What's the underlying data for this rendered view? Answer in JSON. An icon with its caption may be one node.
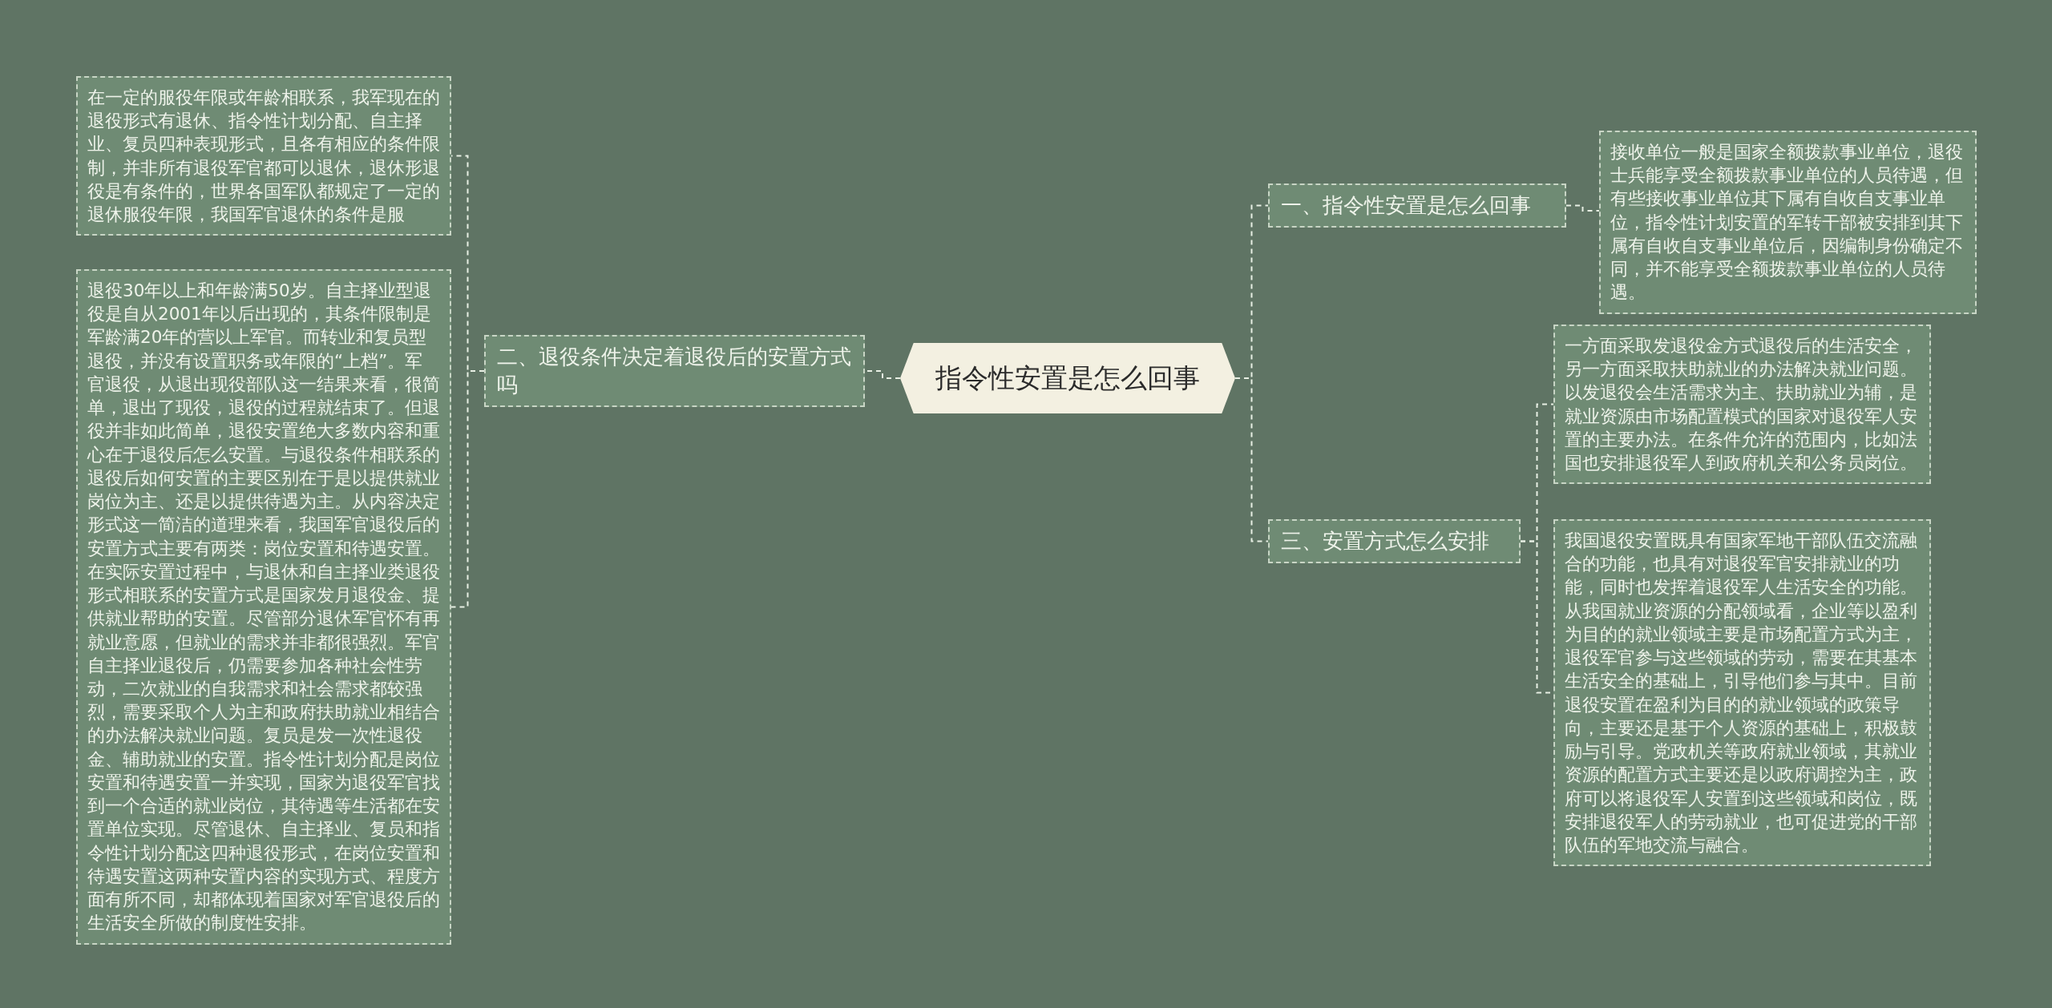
{
  "diagram": {
    "nodes": [
      {
        "text": [
          "指令性安置是怎么回事"
        ]
      },
      {
        "text": [
          "一、指令性安置是怎么回事"
        ]
      },
      {
        "text": [
          "接收单位一般是国家全额拨款事业单位，退役士兵能享受全额拨款事业单位的人员待遇，但有些接收事业单位其下属有自收自支事业单位，指令性计划安置的军转干部被安排到其下属有自收自支事业单位后，因编制身份确定不同，并不能享受全额拨款事业单位的人员待遇。"
        ]
      },
      {
        "text": [
          "二、退役条件决定着退役后的安置方式吗"
        ]
      },
      {
        "text": [
          "在一定的服役年限或年龄相联系，我军现在的退役形式有退休、指令性计划分配、自主择业、复员四种表现形式，且各有相应的条件限制，并非所有退役军官都可以退休，退休形退役是有条件的，世界各国军队都规定了一定的退休服役年限，我国军官退休的条件是服"
        ]
      },
      {
        "text": [
          "退役30年以上和年龄满50岁。自主择业型退役是自从2001年以后出现的，其条件限制是军龄满20年的营以上军官。而转业和复员型退役，并没有设置职务或年限的“上档”。军官退役，从退出现役部队这一结果来看，很简单，退出了现役，退役的过程就结束了。但退役并非如此简单，退役安置绝大多数内容和重心在于退役后怎么安置。与退役条件相联系的退役后如何安置的主要区别在于是以提供就业岗位为主、还是以提供待遇为主。从内容决定形式这一简洁的道理来看，我国军官退役后的安置方式主要有两类：岗位安置和待遇安置。在实际安置过程中，与退休和自主择业类退役形式相联系的安置方式是国家发月退役金、提供就业帮助的安置。尽管部分退休军官怀有再就业意愿，但就业的需求并非都很强烈。军官自主择业退役后，仍需要参加各种社会性劳动，二次就业的自我需求和社会需求都较强烈，需要采取个人为主和政府扶助就业相结合的办法解决就业问题。复员是发一次性退役金、辅助就业的安置。指令性计划分配是岗位安置和待遇安置一并实现，国家为退役军官找到一个合适的就业岗位，其待遇等生活都在安置单位实现。尽管退休、自主择业、复员和指令性计划分配这四种退役形式，在岗位安置和待遇安置这两种安置内容的实现方式、程度方面有所不同，却都体现着国家对军官退役后的生活安全所做的制度性安排。"
        ]
      },
      {
        "text": [
          "三、安置方式怎么安排"
        ]
      },
      {
        "text": [
          "一方面采取发退役金方式退役后的生活安全，另一方面采取扶助就业的办法解决就业问题。以发退役会生活需求为主、扶助就业为辅，是就业资源由市场配置模式的国家对退役军人安置的主要办法。在条件允许的范围内，比如法国也安排退役军人到政府机关和公务员岗位。"
        ]
      },
      {
        "text": [
          "我国退役安置既具有国家军地干部队伍交流融合的功能，也具有对退役军官安排就业的功能，同时也发挥着退役军人生活安全的功能。从我国就业资源的分配领域看，企业等以盈利为目的的就业领域主要是市场配置方式为主，退役军官参与这些领域的劳动，需要在其基本生活安全的基础上，引导他们参与其中。目前退役安置在盈利为目的的就业领域的政策导向，主要还是基于个人资源的基础上，积极鼓励与引导。党政机关等政府就业领域，其就业资源的配置方式主要还是以政府调控为主，政府可以将退役军人安置到这些领域和岗位，既安排退役军人的劳动就业，也可促进党的干部队伍的军地交流与融合。"
        ]
      }
    ],
    "edges": [
      {
        "from": 0,
        "to": 1,
        "arrow": "none"
      },
      {
        "from": 1,
        "to": 2,
        "arrow": "none"
      },
      {
        "from": 0,
        "to": 3,
        "arrow": "none"
      },
      {
        "from": 3,
        "to": 4,
        "arrow": "none"
      },
      {
        "from": 3,
        "to": 5,
        "arrow": "none"
      },
      {
        "from": 0,
        "to": 6,
        "arrow": "none"
      },
      {
        "from": 6,
        "to": 7,
        "arrow": "none"
      },
      {
        "from": 6,
        "to": 8,
        "arrow": "none"
      }
    ]
  }
}
